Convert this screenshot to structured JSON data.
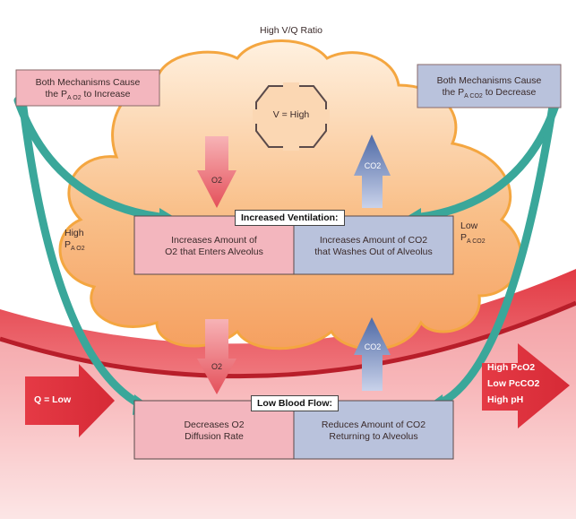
{
  "title": "High V/Q Ratio",
  "vq_high_label": "V = High",
  "callout_left": {
    "line1": "Both Mechanisms Cause",
    "line2_pre": "the P",
    "line2_sub": "A O2",
    "line2_post": "to Increase"
  },
  "callout_right": {
    "line1": "Both Mechanisms Cause",
    "line2_pre": "the P",
    "line2_sub": "A CO2",
    "line2_post": "to Decrease"
  },
  "high_pao2": {
    "line1": "High",
    "line2": "P",
    "sub": "A O2"
  },
  "low_paco2": {
    "line1": "Low",
    "line2": "P",
    "sub": "A CO2"
  },
  "ventilation_box": {
    "title": "Increased Ventilation:",
    "left_line1": "Increases Amount of",
    "left_line2": "O2 that Enters Alveolus",
    "right_line1": "Increases Amount of CO2",
    "right_line2": "that Washes Out of Alveolus"
  },
  "blood_box": {
    "title": "Low Blood Flow:",
    "left_line1": "Decreases O2",
    "left_line2": "Diffusion Rate",
    "right_line1": "Reduces Amount of CO2",
    "right_line2": "Returning to Alveolus"
  },
  "arrows": {
    "o2": "O2",
    "co2": "CO2"
  },
  "q_low": "Q = Low",
  "blood_outcomes": [
    "High PcO2",
    "Low PcCO2",
    "High pH"
  ],
  "colors": {
    "pink_box": "#f3b6be",
    "blue_box": "#b9c2dc",
    "teal_arrow": "#3aa79a",
    "red_vessel": "#d8303a",
    "cloud": "#f6b072"
  }
}
